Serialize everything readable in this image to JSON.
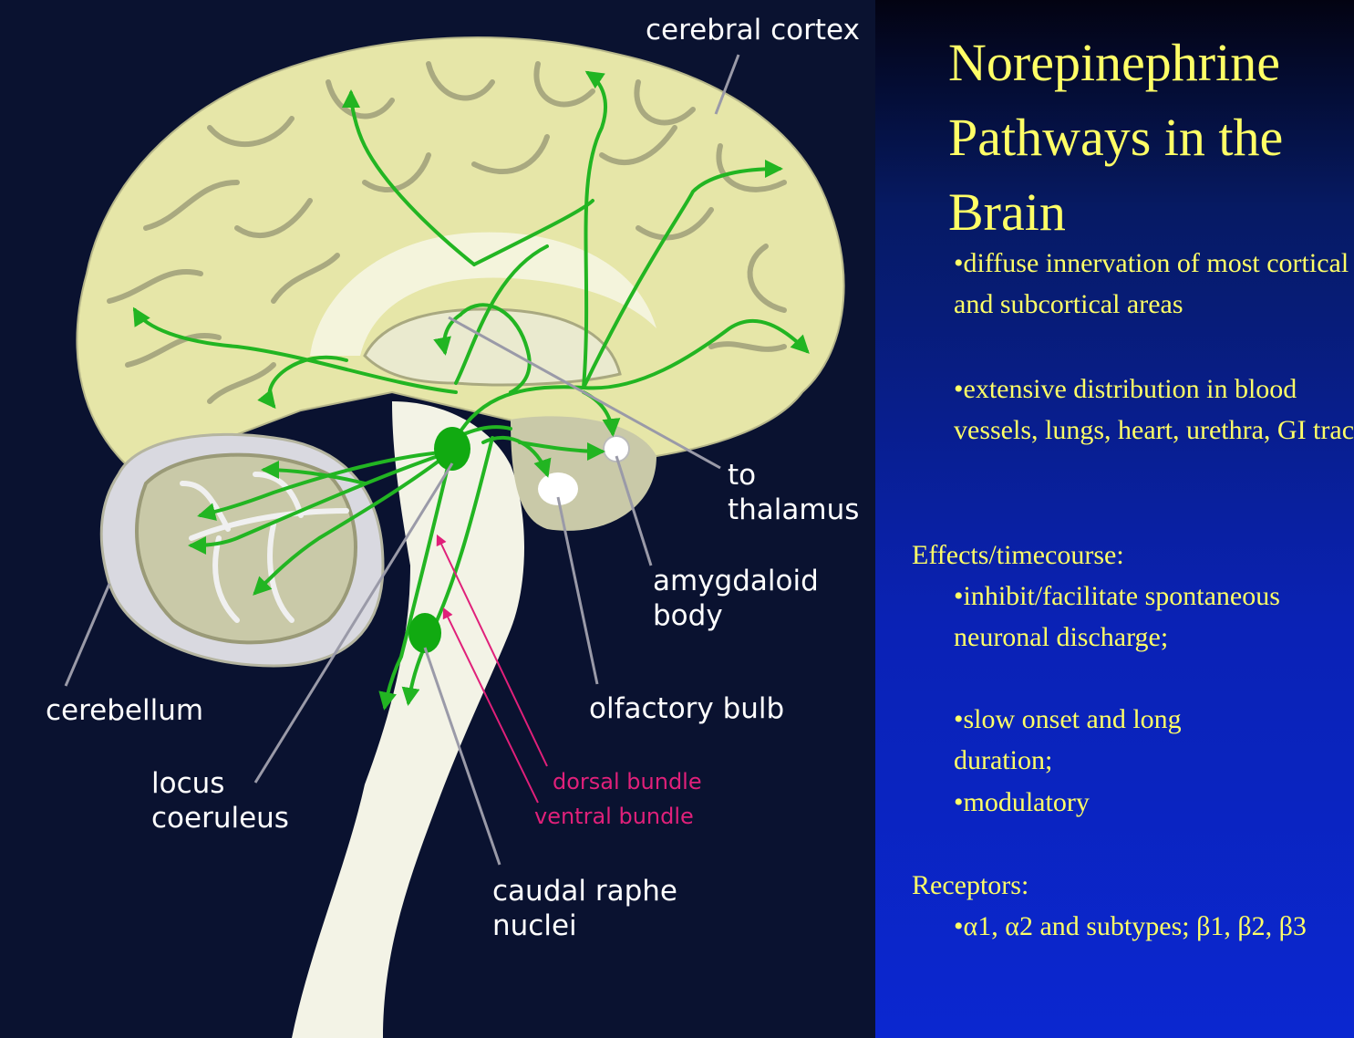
{
  "title": "Norepinephrine Pathways in the Brain",
  "colors": {
    "diagram_background": "#0a1230",
    "cortex": "#e6e6a8",
    "pathway_green": "#22b522",
    "label_white": "#ffffff",
    "bundle_pink": "#e0207a",
    "text_yellow": "#ffff66"
  },
  "labels": {
    "cerebral_cortex": "cerebral cortex",
    "to_thalamus_line1": "to",
    "to_thalamus_line2": "thalamus",
    "amygdaloid_line1": "amygdaloid",
    "amygdaloid_line2": "body",
    "olfactory_bulb": "olfactory bulb",
    "cerebellum": "cerebellum",
    "locus_line1": "locus",
    "locus_line2": "coeruleus",
    "dorsal_bundle": "dorsal bundle",
    "ventral_bundle": "ventral bundle",
    "caudal_line1": "caudal raphe",
    "caudal_line2": "nuclei"
  },
  "text_panel": {
    "bullet1": "•diffuse innervation of most cortical and subcortical areas",
    "bullet2": "•extensive distribution in blood vessels, lungs, heart, urethra, GI tract",
    "effects_heading": "Effects/timecourse:",
    "effect1": "•inhibit/facilitate spontaneous neuronal discharge;",
    "effect2": "•slow onset and long duration;",
    "effect3": "•modulatory",
    "receptors_heading": "Receptors:",
    "receptors_line": "•α1, α2 and subtypes; β1, β2, β3"
  }
}
